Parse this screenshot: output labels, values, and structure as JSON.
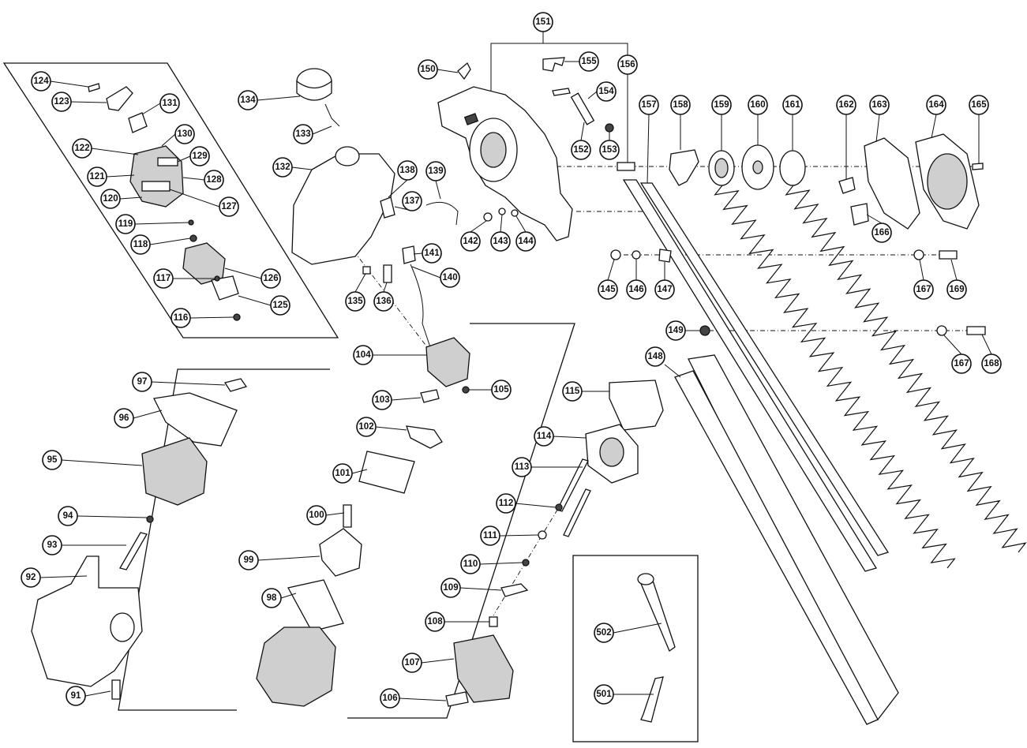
{
  "diagram": {
    "callouts": [
      {
        "id": "p91",
        "label": "91"
      },
      {
        "id": "p92",
        "label": "92"
      },
      {
        "id": "p93",
        "label": "93"
      },
      {
        "id": "p94",
        "label": "94"
      },
      {
        "id": "p95",
        "label": "95"
      },
      {
        "id": "p96",
        "label": "96"
      },
      {
        "id": "p97",
        "label": "97"
      },
      {
        "id": "p98",
        "label": "98"
      },
      {
        "id": "p99",
        "label": "99"
      },
      {
        "id": "p100",
        "label": "100"
      },
      {
        "id": "p101",
        "label": "101"
      },
      {
        "id": "p102",
        "label": "102"
      },
      {
        "id": "p103",
        "label": "103"
      },
      {
        "id": "p104",
        "label": "104"
      },
      {
        "id": "p105",
        "label": "105"
      },
      {
        "id": "p106",
        "label": "106"
      },
      {
        "id": "p107",
        "label": "107"
      },
      {
        "id": "p108",
        "label": "108"
      },
      {
        "id": "p109",
        "label": "109"
      },
      {
        "id": "p110",
        "label": "110"
      },
      {
        "id": "p111",
        "label": "111"
      },
      {
        "id": "p112",
        "label": "112"
      },
      {
        "id": "p113",
        "label": "113"
      },
      {
        "id": "p114",
        "label": "114"
      },
      {
        "id": "p115",
        "label": "115"
      },
      {
        "id": "p116",
        "label": "116"
      },
      {
        "id": "p117",
        "label": "117"
      },
      {
        "id": "p118",
        "label": "118"
      },
      {
        "id": "p119",
        "label": "119"
      },
      {
        "id": "p120",
        "label": "120"
      },
      {
        "id": "p121",
        "label": "121"
      },
      {
        "id": "p122",
        "label": "122"
      },
      {
        "id": "p123",
        "label": "123"
      },
      {
        "id": "p124",
        "label": "124"
      },
      {
        "id": "p125",
        "label": "125"
      },
      {
        "id": "p126",
        "label": "126"
      },
      {
        "id": "p127",
        "label": "127"
      },
      {
        "id": "p128",
        "label": "128"
      },
      {
        "id": "p129",
        "label": "129"
      },
      {
        "id": "p130",
        "label": "130"
      },
      {
        "id": "p131",
        "label": "131"
      },
      {
        "id": "p132",
        "label": "132"
      },
      {
        "id": "p133",
        "label": "133"
      },
      {
        "id": "p134",
        "label": "134"
      },
      {
        "id": "p135",
        "label": "135"
      },
      {
        "id": "p136",
        "label": "136"
      },
      {
        "id": "p137",
        "label": "137"
      },
      {
        "id": "p138",
        "label": "138"
      },
      {
        "id": "p139",
        "label": "139"
      },
      {
        "id": "p140",
        "label": "140"
      },
      {
        "id": "p141",
        "label": "141"
      },
      {
        "id": "p142",
        "label": "142"
      },
      {
        "id": "p143",
        "label": "143"
      },
      {
        "id": "p144",
        "label": "144"
      },
      {
        "id": "p145",
        "label": "145"
      },
      {
        "id": "p146",
        "label": "146"
      },
      {
        "id": "p147",
        "label": "147"
      },
      {
        "id": "p148",
        "label": "148"
      },
      {
        "id": "p149",
        "label": "149"
      },
      {
        "id": "p150",
        "label": "150"
      },
      {
        "id": "p151",
        "label": "151"
      },
      {
        "id": "p152",
        "label": "152"
      },
      {
        "id": "p153",
        "label": "153"
      },
      {
        "id": "p154",
        "label": "154"
      },
      {
        "id": "p155",
        "label": "155"
      },
      {
        "id": "p156",
        "label": "156"
      },
      {
        "id": "p157",
        "label": "157"
      },
      {
        "id": "p158",
        "label": "158"
      },
      {
        "id": "p159",
        "label": "159"
      },
      {
        "id": "p160",
        "label": "160"
      },
      {
        "id": "p161",
        "label": "161"
      },
      {
        "id": "p162",
        "label": "162"
      },
      {
        "id": "p163",
        "label": "163"
      },
      {
        "id": "p164",
        "label": "164"
      },
      {
        "id": "p165",
        "label": "165"
      },
      {
        "id": "p166",
        "label": "166"
      },
      {
        "id": "p167a",
        "label": "167"
      },
      {
        "id": "p167b",
        "label": "167"
      },
      {
        "id": "p168",
        "label": "168"
      },
      {
        "id": "p169",
        "label": "169"
      },
      {
        "id": "p501",
        "label": "501"
      },
      {
        "id": "p502",
        "label": "502"
      }
    ]
  }
}
